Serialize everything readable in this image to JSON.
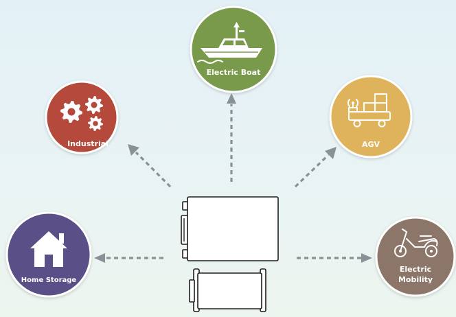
{
  "nodes": {
    "boat": {
      "label": "Electric Boat",
      "icon": "boat-icon",
      "color": "#7a9a4b"
    },
    "industrial": {
      "label": "Industrial",
      "icon": "gears-icon",
      "color": "#b5483a"
    },
    "agv": {
      "label": "AGV",
      "icon": "agv-cart-icon",
      "color": "#dfb35c"
    },
    "home": {
      "label": "Home Storage",
      "icon": "house-icon",
      "color": "#5a4f87"
    },
    "mobility": {
      "label_line1": "Electric",
      "label_line2": "Mobility",
      "icon": "scooter-icon",
      "color": "#8c7669"
    }
  },
  "center_device": {
    "icon": "battery-pack-icon"
  },
  "arrow_color": "#8a9196"
}
